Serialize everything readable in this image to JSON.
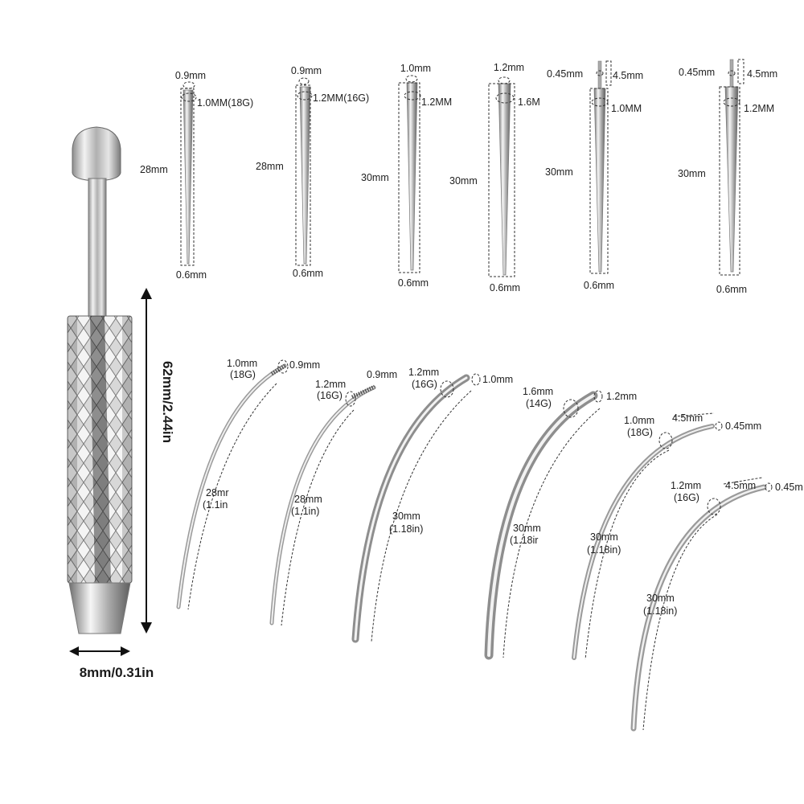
{
  "tool": {
    "height_label": "62mm/2.44in",
    "width_label": "8mm/0.31in"
  },
  "straight_tapers": [
    {
      "tip": "0.9mm",
      "gauge": "1.0MM(18G)",
      "length": "28mm",
      "end": "0.6mm"
    },
    {
      "tip": "0.9mm",
      "gauge": "1.2MM(16G)",
      "length": "28mm",
      "end": "0.6mm"
    },
    {
      "tip": "1.0mm",
      "gauge": "1.2MM",
      "length": "30mm",
      "end": "0.6mm"
    },
    {
      "tip": "1.2mm",
      "gauge": "1.6M",
      "length": "30mm",
      "end": "0.6mm"
    },
    {
      "pin": "0.45mm",
      "pin_length": "4.5mm",
      "gauge": "1.0MM",
      "length": "30mm",
      "end": "0.6mm"
    },
    {
      "pin": "0.45mm",
      "pin_length": "4.5mm",
      "gauge": "1.2MM",
      "length": "30mm",
      "end": "0.6mm"
    }
  ],
  "curved_tapers": [
    {
      "gauge_mm": "1.0mm",
      "gauge_g": "(18G)",
      "tip": "0.9mm",
      "length_mm": "28mr",
      "length_in": "(1.1in"
    },
    {
      "gauge_mm": "1.2mm",
      "gauge_g": "(16G)",
      "tip": "0.9mm",
      "length_mm": "28mm",
      "length_in": "(1.1in)"
    },
    {
      "gauge_mm": "1.2mm",
      "gauge_g": "(16G)",
      "tip": "1.0mm",
      "length_mm": "30mm",
      "length_in": "(1.18in)"
    },
    {
      "gauge_mm": "1.6mm",
      "gauge_g": "(14G)",
      "tip": "1.2mm",
      "length_mm": "30mm",
      "length_in": "(1.18ir"
    },
    {
      "gauge_mm": "1.0mm",
      "gauge_g": "(18G)",
      "pin_length": "4.5mm",
      "tip": "0.45mm",
      "length_mm": "30mm",
      "length_in": "(1.18in)"
    },
    {
      "gauge_mm": "1.2mm",
      "gauge_g": "(16G)",
      "pin_length": "4.5mm",
      "tip": "0.45m",
      "length_mm": "30mm",
      "length_in": "(1.18in)"
    }
  ]
}
